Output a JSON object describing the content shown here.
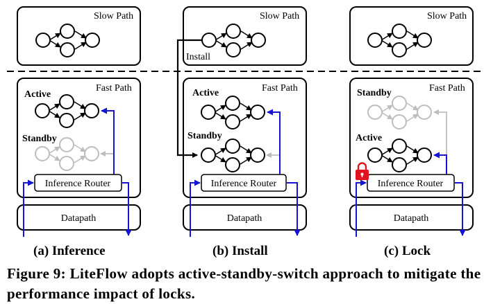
{
  "panels": [
    {
      "slow_path_title": "Slow Path",
      "fast_path_title": "Fast Path",
      "active_label": "Active",
      "standby_label": "Standby",
      "install_label": "",
      "router_label": "Inference Router",
      "datapath_label": "Datapath",
      "caption": "(a) Inference"
    },
    {
      "slow_path_title": "Slow Path",
      "fast_path_title": "Fast Path",
      "active_label": "Active",
      "standby_label": "Standby",
      "install_label": "Install",
      "router_label": "Inference Router",
      "datapath_label": "Datapath",
      "caption": "(b) Install"
    },
    {
      "slow_path_title": "Slow Path",
      "fast_path_title": "Fast Path",
      "active_label": "Active",
      "standby_label": "Standby",
      "install_label": "",
      "router_label": "Inference Router",
      "datapath_label": "Datapath",
      "caption": "(c) Lock"
    }
  ],
  "figure_caption": "Figure 9: LiteFlow adopts active-standby-switch approach to mitigate the performance impact of locks.",
  "colors": {
    "arrow_blue": "#1414d2",
    "inactive_gray": "#bdbdbd",
    "lock_red": "#e0141e",
    "ink": "#000000"
  },
  "icons": [
    "lock-icon"
  ]
}
